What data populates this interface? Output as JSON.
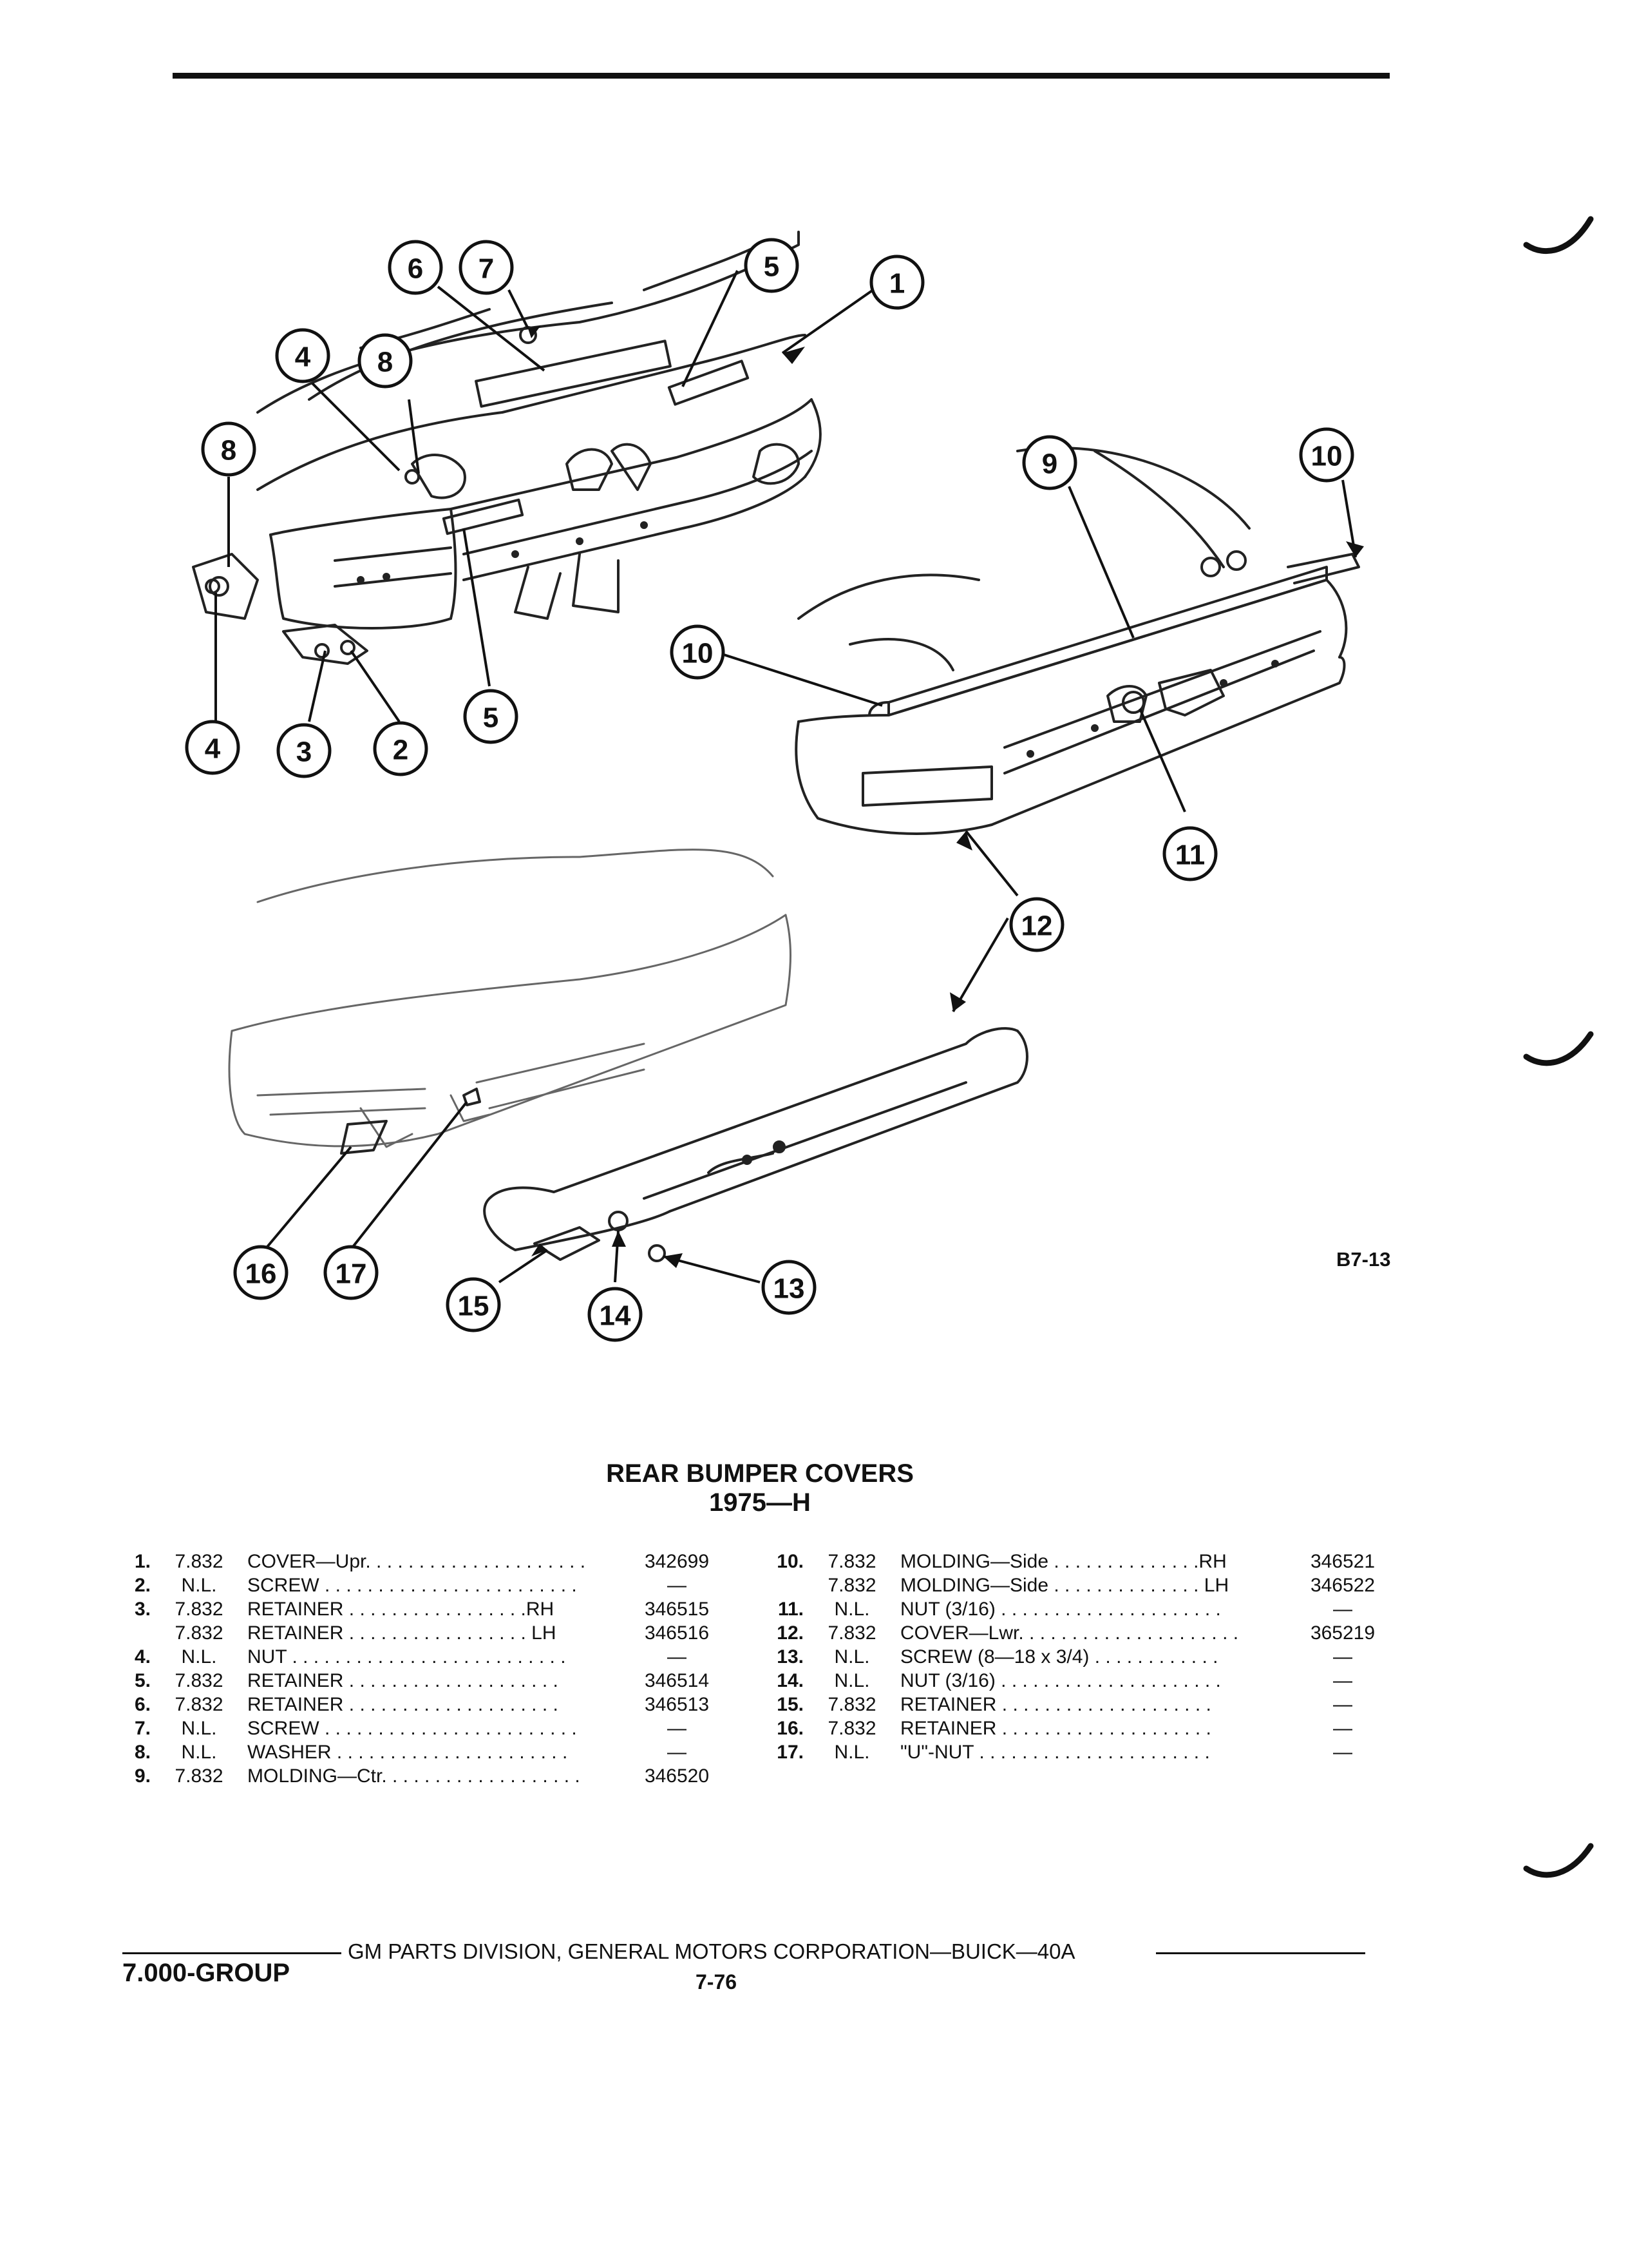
{
  "figure": {
    "code": "B7-13",
    "callouts": [
      "1",
      "2",
      "3",
      "4",
      "5",
      "6",
      "7",
      "8",
      "9",
      "10",
      "11",
      "12",
      "13",
      "14",
      "15",
      "16",
      "17"
    ]
  },
  "title": {
    "line1": "REAR BUMPER COVERS",
    "line2": "1975—H"
  },
  "parts_left": [
    {
      "no": "1.",
      "group": "7.832",
      "desc": "COVER—Upr. . . . . . . . . . . . . . . . . . . . .",
      "num": "342699"
    },
    {
      "no": "2.",
      "group": "N.L.",
      "desc": "SCREW . . . . . . . . . . . . . . . . . . . . . . . .",
      "num": "—"
    },
    {
      "no": "3.",
      "group": "7.832",
      "desc": "RETAINER  . . . . . . . . . . . . . . . . .RH",
      "num": "346515"
    },
    {
      "no": "",
      "group": "7.832",
      "desc": "RETAINER  . . . . . . . . . . . . . . . . . LH",
      "num": "346516"
    },
    {
      "no": "4.",
      "group": "N.L.",
      "desc": "NUT . . . . . . . . . . . . . . . . . . . . . . . . . .",
      "num": "—"
    },
    {
      "no": "5.",
      "group": "7.832",
      "desc": "RETAINER  . . . . . . . . . . . . . . . . . . . .",
      "num": "346514"
    },
    {
      "no": "6.",
      "group": "7.832",
      "desc": "RETAINER  . . . . . . . . . . . . . . . . . . . .",
      "num": "346513"
    },
    {
      "no": "7.",
      "group": "N.L.",
      "desc": "SCREW . . . . . . . . . . . . . . . . . . . . . . . .",
      "num": "—"
    },
    {
      "no": "8.",
      "group": "N.L.",
      "desc": "WASHER  . . . . . . . . . . . . . . . . . . . . . .",
      "num": "—"
    },
    {
      "no": "9.",
      "group": "7.832",
      "desc": "MOLDING—Ctr. . . . . . . . . . . . . . . . . . .",
      "num": "346520"
    }
  ],
  "parts_right": [
    {
      "no": "10.",
      "group": "7.832",
      "desc": "MOLDING—Side . . . . . . . . . . . . . .RH",
      "num": "346521"
    },
    {
      "no": "",
      "group": "7.832",
      "desc": "MOLDING—Side . . . . . . . . . . . . . . LH",
      "num": "346522"
    },
    {
      "no": "11.",
      "group": "N.L.",
      "desc": "NUT (3/16) . . . . . . . . . . . . . . . . . . . . .",
      "num": "—"
    },
    {
      "no": "12.",
      "group": "7.832",
      "desc": "COVER—Lwr. . . . . . . . . . . . . . . . . . . . .",
      "num": "365219"
    },
    {
      "no": "13.",
      "group": "N.L.",
      "desc": "SCREW (8—18 x 3/4) . . . . . . . . . . . .",
      "num": "—"
    },
    {
      "no": "14.",
      "group": "N.L.",
      "desc": "NUT (3/16) . . . . . . . . . . . . . . . . . . . . .",
      "num": "—"
    },
    {
      "no": "15.",
      "group": "7.832",
      "desc": "RETAINER  . . . . . . . . . . . . . . . . . . . .",
      "num": "—"
    },
    {
      "no": "16.",
      "group": "7.832",
      "desc": "RETAINER  . . . . . . . . . . . . . . . . . . . .",
      "num": "—"
    },
    {
      "no": "17.",
      "group": "N.L.",
      "desc": "\"U\"-NUT  . . . . . . . . . . . . . . . . . . . . . .",
      "num": "—"
    }
  ],
  "footer": {
    "corporation": "GM PARTS DIVISION, GENERAL MOTORS CORPORATION—BUICK—40A",
    "group": "7.000-GROUP",
    "page": "7-76"
  }
}
